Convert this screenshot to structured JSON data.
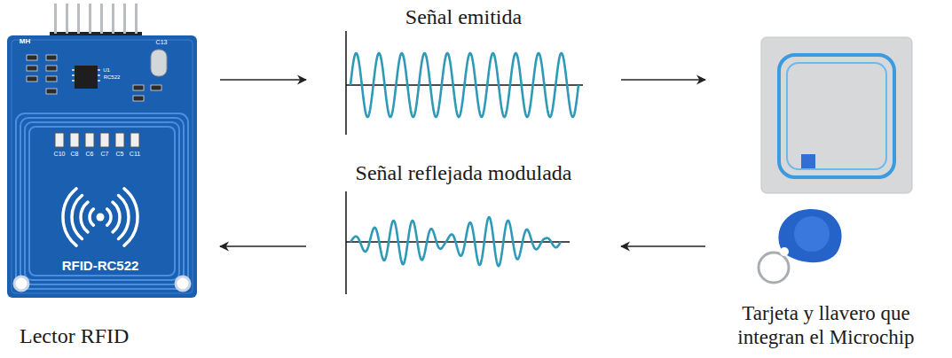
{
  "diagram": {
    "nodes": [
      {
        "text": [
          "Lector RFID"
        ]
      },
      {
        "text": [
          "Señal emitida"
        ]
      },
      {
        "text": [
          "Tarjeta y llavero que integran el Microchip"
        ]
      },
      {
        "text": [
          "Señal reflejada modulada"
        ]
      }
    ],
    "edges": [
      {
        "from": 0,
        "to": 1,
        "arrow": "to"
      },
      {
        "from": 1,
        "to": 2,
        "arrow": "to"
      },
      {
        "from": 2,
        "to": 3,
        "arrow": "to"
      },
      {
        "from": 3,
        "to": 0,
        "arrow": "to"
      }
    ],
    "labels": [
      "MH",
      "C13",
      "U1",
      "RC522",
      "C10",
      "C8",
      "C6",
      "C7",
      "C5",
      "C11",
      "RFID-RC522"
    ]
  }
}
